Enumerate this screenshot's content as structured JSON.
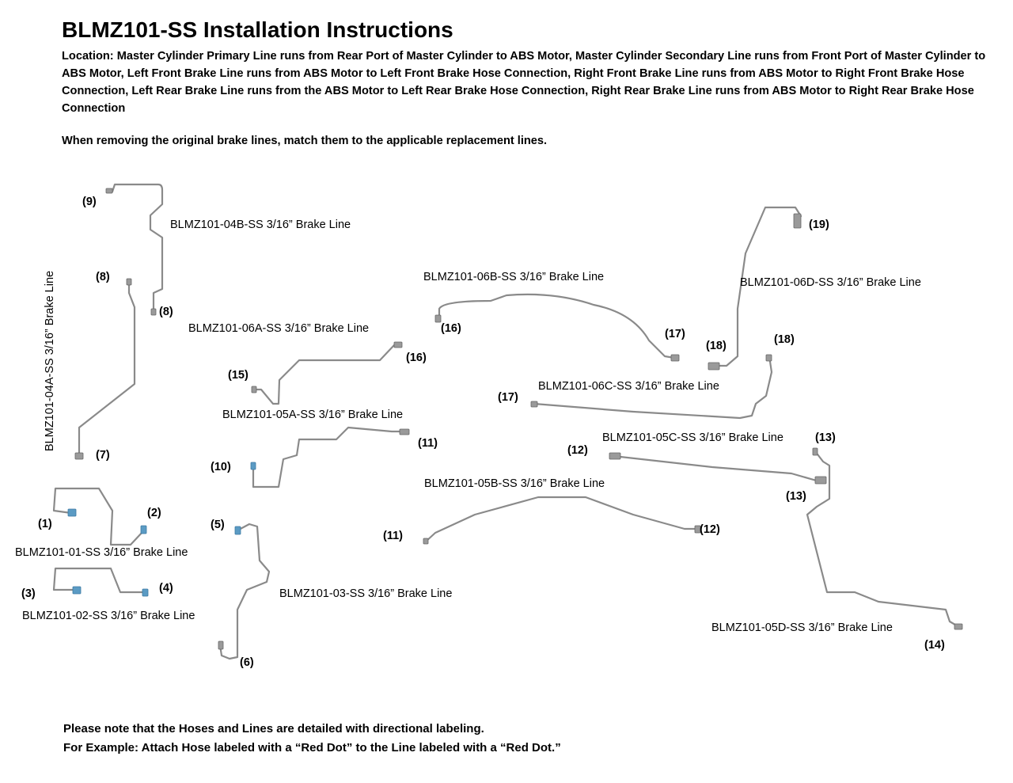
{
  "title": "BLMZ101-SS Installation Instructions",
  "location": "Location: Master Cylinder Primary Line runs from Rear Port of Master Cylinder to ABS Motor, Master Cylinder Secondary Line runs from Front Port of Master Cylinder to ABS Motor, Left Front Brake Line runs from ABS Motor to Left Front Brake Hose Connection, Right Front Brake Line runs from ABS Motor to Right Front Brake Hose Connection, Left Rear Brake Line runs from the ABS Motor to Left Rear Brake Hose Connection, Right Rear Brake Line runs from ABS Motor to Right Rear Brake Hose Connection",
  "instruction": "When removing the original brake lines, match them to the applicable replacement lines.",
  "line_labels": {
    "l04b": "BLMZ101-04B-SS 3/16” Brake Line",
    "l04a": "BLMZ101-04A-SS 3/16” Brake Line",
    "l06a": "BLMZ101-06A-SS 3/16” Brake Line",
    "l06b": "BLMZ101-06B-SS 3/16” Brake Line",
    "l06d": "BLMZ101-06D-SS 3/16” Brake Line",
    "l06c": "BLMZ101-06C-SS 3/16” Brake Line",
    "l05a": "BLMZ101-05A-SS 3/16” Brake Line",
    "l05c": "BLMZ101-05C-SS 3/16” Brake Line",
    "l05b": "BLMZ101-05B-SS 3/16” Brake Line",
    "l01": "BLMZ101-01-SS 3/16” Brake Line",
    "l02": "BLMZ101-02-SS 3/16” Brake Line",
    "l03": "BLMZ101-03-SS 3/16” Brake Line",
    "l05d": "BLMZ101-05D-SS 3/16” Brake Line"
  },
  "ends": {
    "e9": "(9)",
    "e8a": "(8)",
    "e8b": "(8)",
    "e7": "(7)",
    "e15": "(15)",
    "e16a": "(16)",
    "e16b": "(16)",
    "e17a": "(17)",
    "e17b": "(17)",
    "e18a": "(18)",
    "e18b": "(18)",
    "e19": "(19)",
    "e10": "(10)",
    "e11a": "(11)",
    "e11b": "(11)",
    "e12a": "(12)",
    "e12b": "(12)",
    "e13a": "(13)",
    "e13b": "(13)",
    "e14": "(14)",
    "e1": "(1)",
    "e2": "(2)",
    "e3": "(3)",
    "e4": "(4)",
    "e5": "(5)",
    "e6": "(6)"
  },
  "notes": {
    "line1": "Please note that the Hoses and Lines are detailed with directional labeling.",
    "line2": "For Example: Attach Hose labeled with a “Red Dot” to the Line labeled with a “Red Dot.”"
  },
  "colors": {
    "tube": "#8a8a8a",
    "fitting": "#9a9a9a",
    "fitting_blue": "#5b9bc4"
  }
}
